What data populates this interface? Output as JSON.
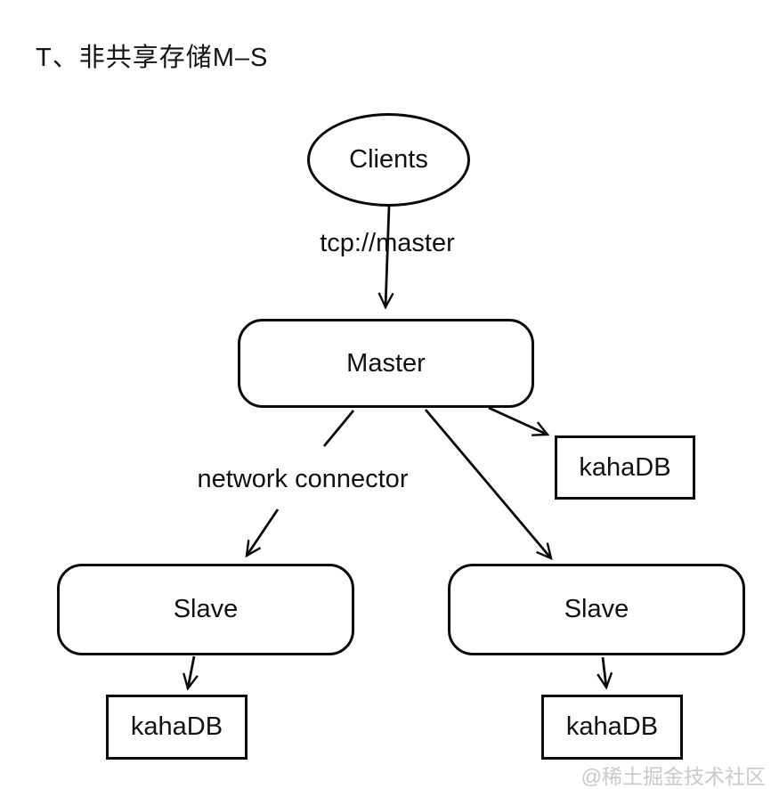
{
  "title": "T、非共享存储M–S",
  "watermark": "@稀土掘金技术社区",
  "diagram": {
    "type": "architecture-flow",
    "colors": {
      "stroke": "#0a0a0a",
      "background": "#ffffff",
      "text": "#111111",
      "watermark": "#c9c9c9"
    },
    "nodes": {
      "clients": {
        "label": "Clients",
        "shape": "ellipse"
      },
      "master": {
        "label": "Master",
        "shape": "rounded-rect"
      },
      "kahadb_master": {
        "label": "kahaDB",
        "shape": "rect"
      },
      "slave_left": {
        "label": "Slave",
        "shape": "rounded-rect"
      },
      "slave_right": {
        "label": "Slave",
        "shape": "rounded-rect"
      },
      "kahadb_slave_left": {
        "label": "kahaDB",
        "shape": "rect"
      },
      "kahadb_slave_right": {
        "label": "kahaDB",
        "shape": "rect"
      }
    },
    "edges": [
      {
        "from": "clients",
        "to": "master",
        "label": "tcp://master"
      },
      {
        "from": "master",
        "to": "kahadb_master",
        "label": ""
      },
      {
        "from": "master",
        "to": "slave_left",
        "label": "network connector"
      },
      {
        "from": "master",
        "to": "slave_right",
        "label": ""
      },
      {
        "from": "slave_left",
        "to": "kahadb_slave_left",
        "label": ""
      },
      {
        "from": "slave_right",
        "to": "kahadb_slave_right",
        "label": ""
      }
    ]
  },
  "edge_labels": {
    "tcp_master": "tcp://master",
    "network_connector": "network connector"
  }
}
